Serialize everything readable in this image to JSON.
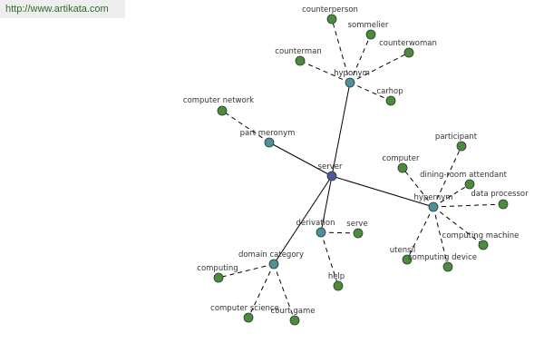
{
  "source_url": "http://www.artikata.com",
  "colors": {
    "root": "#4a5a9a",
    "relation": "#4f8f9a",
    "leaf": "#4e8a3e",
    "solid_edge": "#000000",
    "dashed_edge": "#000000"
  },
  "root": {
    "id": "server",
    "label": "server"
  },
  "relations": [
    {
      "id": "hyponym",
      "label": "hyponym",
      "children": [
        {
          "id": "counterperson",
          "label": "counterperson"
        },
        {
          "id": "sommelier",
          "label": "sommelier"
        },
        {
          "id": "counterwoman",
          "label": "counterwoman"
        },
        {
          "id": "counterman",
          "label": "counterman"
        },
        {
          "id": "carhop",
          "label": "carhop"
        }
      ]
    },
    {
      "id": "part-meronym",
      "label": "part meronym",
      "children": [
        {
          "id": "computer-network",
          "label": "computer network"
        }
      ]
    },
    {
      "id": "hypernym",
      "label": "hypernym",
      "children": [
        {
          "id": "participant",
          "label": "participant"
        },
        {
          "id": "computer",
          "label": "computer"
        },
        {
          "id": "dining-room-attendant",
          "label": "dining-room attendant"
        },
        {
          "id": "data-processor",
          "label": "data processor"
        },
        {
          "id": "computing-machine",
          "label": "computing machine"
        },
        {
          "id": "computing-device",
          "label": "computing device"
        },
        {
          "id": "utensil",
          "label": "utensil"
        }
      ]
    },
    {
      "id": "derivation",
      "label": "derivation",
      "children": [
        {
          "id": "serve",
          "label": "serve"
        },
        {
          "id": "help",
          "label": "help"
        }
      ]
    },
    {
      "id": "domain-category",
      "label": "domain category",
      "children": [
        {
          "id": "computing",
          "label": "computing"
        },
        {
          "id": "computer-science",
          "label": "computer science"
        },
        {
          "id": "court-game",
          "label": "court game"
        }
      ]
    }
  ]
}
